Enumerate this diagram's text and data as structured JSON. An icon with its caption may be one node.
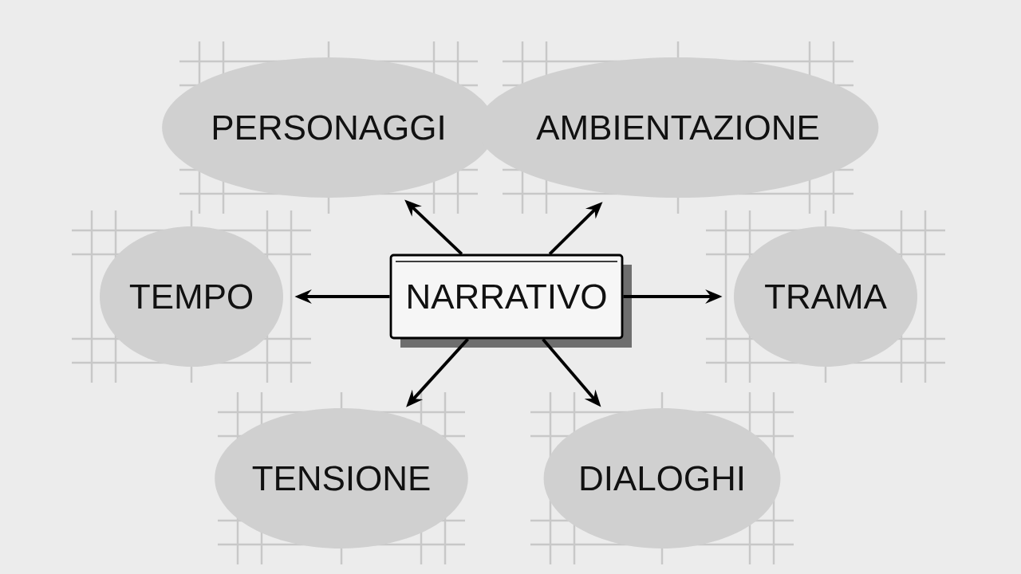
{
  "diagram": {
    "nodes": [
      {
        "text": [
          "NARRATIVO"
        ]
      },
      {
        "text": [
          "PERSONAGGI"
        ]
      },
      {
        "text": [
          "AMBIENTAZIONE"
        ]
      },
      {
        "text": [
          "TEMPO"
        ]
      },
      {
        "text": [
          "TRAMA"
        ]
      },
      {
        "text": [
          "TENSIONE"
        ]
      },
      {
        "text": [
          "DIALOGHI"
        ]
      }
    ],
    "edges": [
      {
        "from": 0,
        "to": 1,
        "arrow": "to"
      },
      {
        "from": 0,
        "to": 2,
        "arrow": "to"
      },
      {
        "from": 0,
        "to": 3,
        "arrow": "to"
      },
      {
        "from": 0,
        "to": 4,
        "arrow": "to"
      },
      {
        "from": 0,
        "to": 5,
        "arrow": "to"
      },
      {
        "from": 0,
        "to": 6,
        "arrow": "to"
      }
    ]
  }
}
